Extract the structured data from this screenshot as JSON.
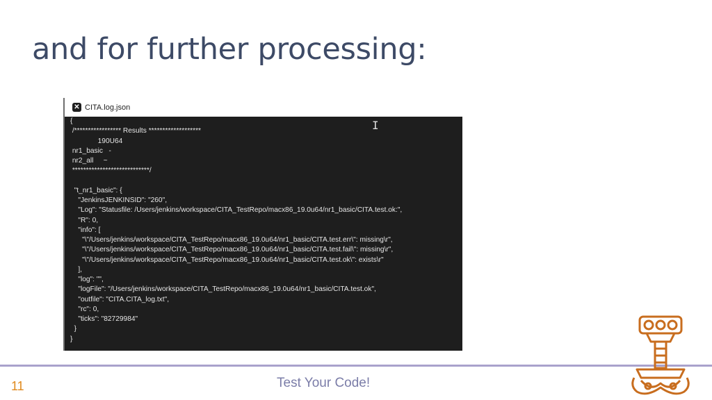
{
  "slide": {
    "title": "and for further processing:",
    "page_number": "11",
    "footer": "Test Your Code!"
  },
  "screenshot": {
    "tab_title": "CITA.log.json",
    "tab_icon": "x-app-icon",
    "code_lines": [
      "{",
      " /***************** Results *******************",
      "              190U64",
      " nr1_basic   -",
      " nr2_all     ~",
      " ****************************/",
      "",
      "  \"t_nr1_basic\": {",
      "    \"JenkinsJENKINSID\": \"260\",",
      "    \"Log\": \"Statusfile: /Users/jenkins/workspace/CITA_TestRepo/macx86_19.0u64/nr1_basic/CITA.test.ok:\",",
      "    \"R\": 0,",
      "    \"info\": [",
      "      \"\\\"/Users/jenkins/workspace/CITA_TestRepo/macx86_19.0u64/nr1_basic/CITA.test.err\\\": missing\\r\",",
      "      \"\\\"/Users/jenkins/workspace/CITA_TestRepo/macx86_19.0u64/nr1_basic/CITA.test.fail\\\": missing\\r\",",
      "      \"\\\"/Users/jenkins/workspace/CITA_TestRepo/macx86_19.0u64/nr1_basic/CITA.test.ok\\\": exists\\r\"",
      "    ],",
      "    \"log\": \"\",",
      "    \"logFile\": \"/Users/jenkins/workspace/CITA_TestRepo/macx86_19.0u64/nr1_basic/CITA.test.ok\",",
      "    \"outfile\": \"CITA.CITA_log.txt\",",
      "    \"rc\": 0,",
      "    \"ticks\": \"82729984\"",
      "  }",
      "}"
    ]
  },
  "colors": {
    "title": "#3d4a66",
    "accent_rule": "#a9a2cc",
    "page_number": "#e08a1e",
    "footer_text": "#7b7da8",
    "editor_bg": "#1e1e1e",
    "logo": "#c86d1e"
  },
  "icons": {
    "cursor": "text-cursor-icon",
    "logo": "thor-hammer-logo"
  }
}
